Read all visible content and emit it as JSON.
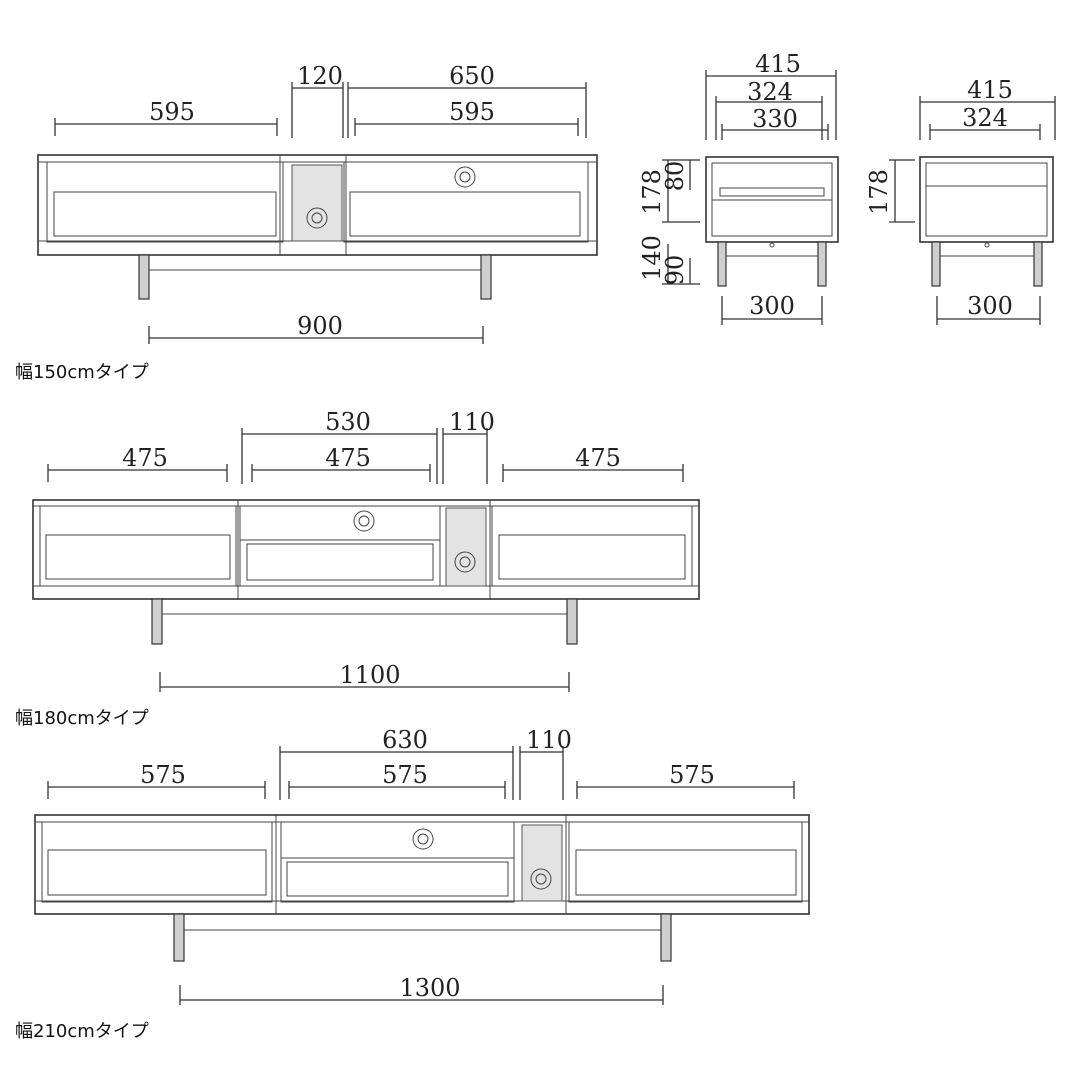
{
  "sections": [
    {
      "caption": "幅150cmタイプ",
      "dims": {
        "left_door": "595",
        "center_width": "120",
        "right_outer": "650",
        "right_door": "595",
        "leg_span": "900"
      }
    },
    {
      "caption": "幅180cmタイプ",
      "dims": {
        "left_door": "475",
        "center_outer": "530",
        "center_door": "475",
        "center_width": "110",
        "right_door": "475",
        "leg_span": "1100"
      }
    },
    {
      "caption": "幅210cmタイプ",
      "dims": {
        "left_door": "575",
        "center_outer": "630",
        "center_door": "575",
        "center_width": "110",
        "right_door": "575",
        "leg_span": "1300"
      }
    }
  ],
  "side_view_1": {
    "depth_total": "415",
    "depth_inner": "324",
    "depth_drawer": "330",
    "height_inner": "178",
    "drawer_height": "80",
    "leg_height_total": "140",
    "leg_height": "90",
    "leg_span": "300"
  },
  "side_view_2": {
    "depth_total": "415",
    "depth_inner": "324",
    "height_inner": "178",
    "leg_span": "300"
  }
}
